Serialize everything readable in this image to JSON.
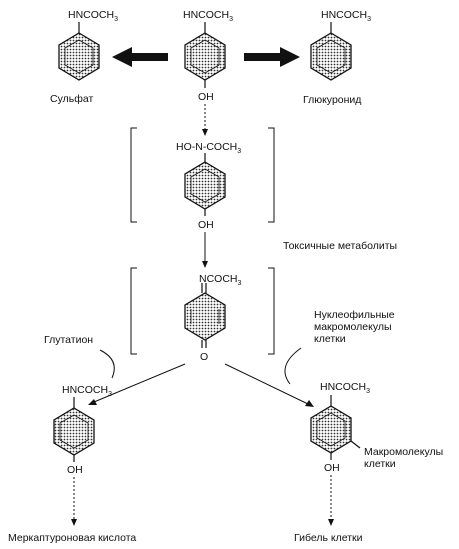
{
  "molecule_labels": {
    "hncoch3": "HNCOCH",
    "oh": "OH",
    "ho_n_coch3": "HO-N-COCH",
    "ncoch3": "NCOCH",
    "o": "O",
    "sub3": "3"
  },
  "labels": {
    "sulfate": "Сульфат",
    "glucuronide": "Глюкуронид",
    "toxic_metabolites": "Токсичные метаболиты",
    "glutathione": "Глутатион",
    "nucleophilic_1": "Нуклеофильные",
    "nucleophilic_2": "макромолекулы",
    "nucleophilic_3": "клетки",
    "macromolecules_1": "Макромолекулы",
    "macromolecules_2": "клетки",
    "mercapturic_acid": "Меркаптуроновая кислота",
    "cell_death": "Гибель клетки"
  },
  "colors": {
    "ink": "#111111",
    "ring_fill": "#8c8c8c"
  }
}
